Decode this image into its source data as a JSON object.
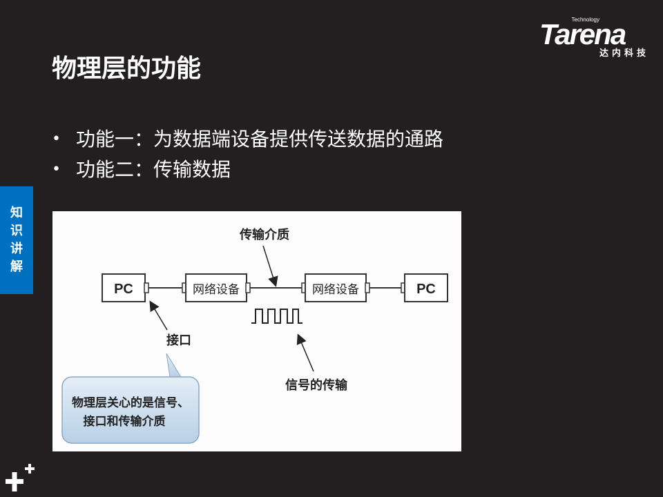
{
  "logo": {
    "tagline": "Technology",
    "name": "Tarena",
    "subtitle": "达内科技"
  },
  "title": "物理层的功能",
  "bullets": [
    "功能一：为数据端设备提供传送数据的通路",
    "功能二：传输数据"
  ],
  "side_tab": {
    "label": "知识讲解",
    "chars": [
      "知",
      "识",
      "讲",
      "解"
    ]
  },
  "figure": {
    "pc_left": "PC",
    "device_left": "网络设备",
    "device_right": "网络设备",
    "pc_right": "PC",
    "medium_label": "传输介质",
    "interface_label": "接口",
    "signal_label": "信号的传输",
    "note_line1": "物理层关心的是信号、",
    "note_line2": "接口和传输介质"
  },
  "colors": {
    "background": "#231f20",
    "tab": "#0070c0",
    "text": "#ffffff"
  }
}
